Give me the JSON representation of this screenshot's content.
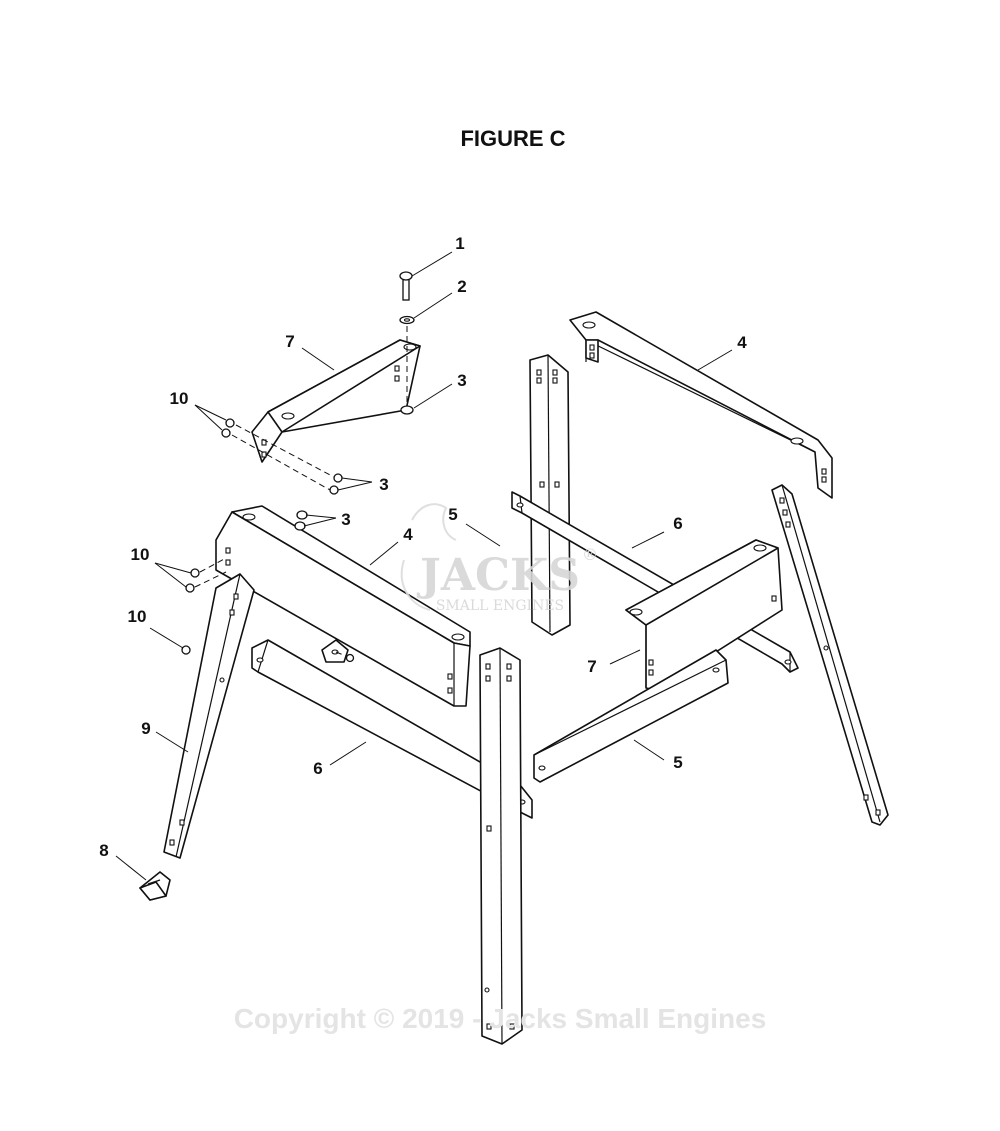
{
  "figure_title": "FIGURE C",
  "callouts": {
    "c1": "1",
    "c2": "2",
    "c3a": "3",
    "c3b": "3",
    "c3c": "3",
    "c4a": "4",
    "c4b": "4",
    "c5a": "5",
    "c5b": "5",
    "c6a": "6",
    "c6b": "6",
    "c7a": "7",
    "c7b": "7",
    "c8": "8",
    "c9": "9",
    "c10a": "10",
    "c10b": "10",
    "c10c": "10"
  },
  "watermark": {
    "brand": "JACKS",
    "registered": "®",
    "subtitle": "SMALL ENGINES"
  },
  "copyright": "Copyright © 2019 - Jacks Small Engines"
}
